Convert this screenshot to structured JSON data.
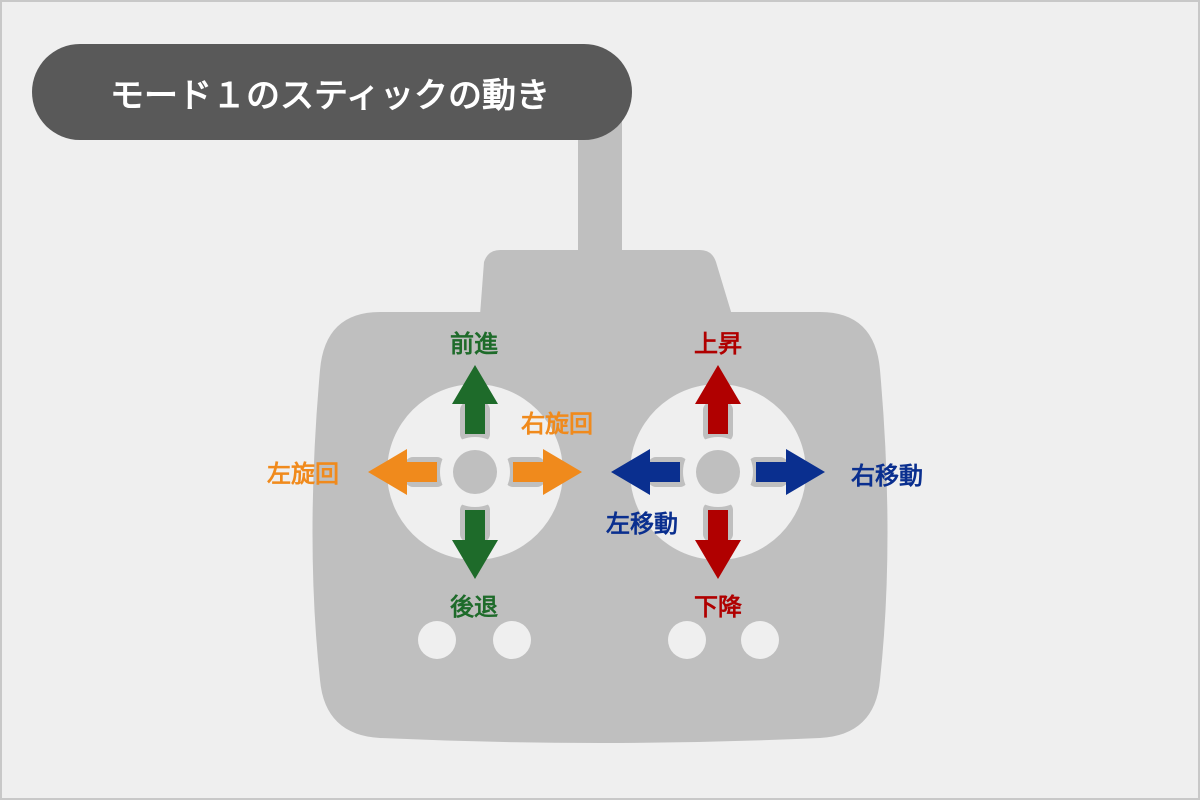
{
  "title": "モード１のスティックの動き",
  "left_stick": {
    "up": "前進",
    "down": "後退",
    "left": "左旋回",
    "right": "右旋回"
  },
  "right_stick": {
    "up": "上昇",
    "down": "下降",
    "left": "左移動",
    "right": "右移動"
  },
  "colors": {
    "forward_back": "#1e6b2a",
    "rotate": "#f08a1c",
    "up_down": "#b00000",
    "lateral": "#0a2f8f",
    "body": "#bfbfbf",
    "title_bg": "#595959"
  }
}
